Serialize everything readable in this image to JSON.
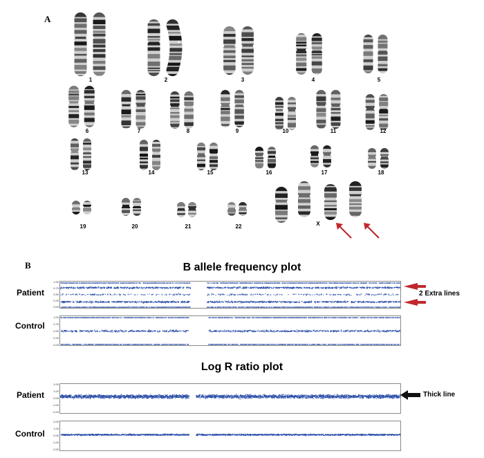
{
  "panel_a": {
    "label": "A"
  },
  "panel_b": {
    "label": "B"
  },
  "karyotype": {
    "chromosome_labels": [
      "1",
      "2",
      "3",
      "4",
      "5",
      "6",
      "7",
      "8",
      "9",
      "10",
      "11",
      "12",
      "13",
      "14",
      "15",
      "16",
      "17",
      "18",
      "19",
      "20",
      "21",
      "22",
      "X"
    ]
  },
  "baf_plot": {
    "title": "B allele frequency plot",
    "patient_label": "Patient",
    "control_label": "Control",
    "y_ticks": [
      "1.00",
      "0.75",
      "0.50",
      "0.25",
      "0.00"
    ],
    "annotation": "2 Extra lines"
  },
  "logr_plot": {
    "title": "Log R ratio plot",
    "patient_label": "Patient",
    "control_label": "Control",
    "y_ticks": [
      "2.00",
      "1.00",
      "0.00",
      "-1.00",
      "-2.00"
    ],
    "annotation": "Thick line"
  },
  "colors": {
    "dots": "#2b4fa8",
    "red_arrow": "#c0282d",
    "black_arrow": "#111111"
  }
}
